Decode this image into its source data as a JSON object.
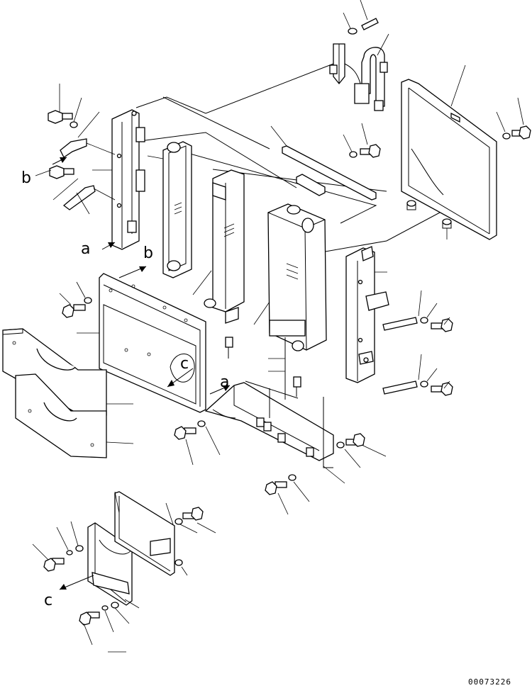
{
  "figure": {
    "labels": {
      "a_upper": "a",
      "a_lower": "a",
      "b_left": "b",
      "b_mid": "b",
      "c_mid": "c",
      "c_bottom": "c"
    },
    "document_number": "00073226"
  }
}
